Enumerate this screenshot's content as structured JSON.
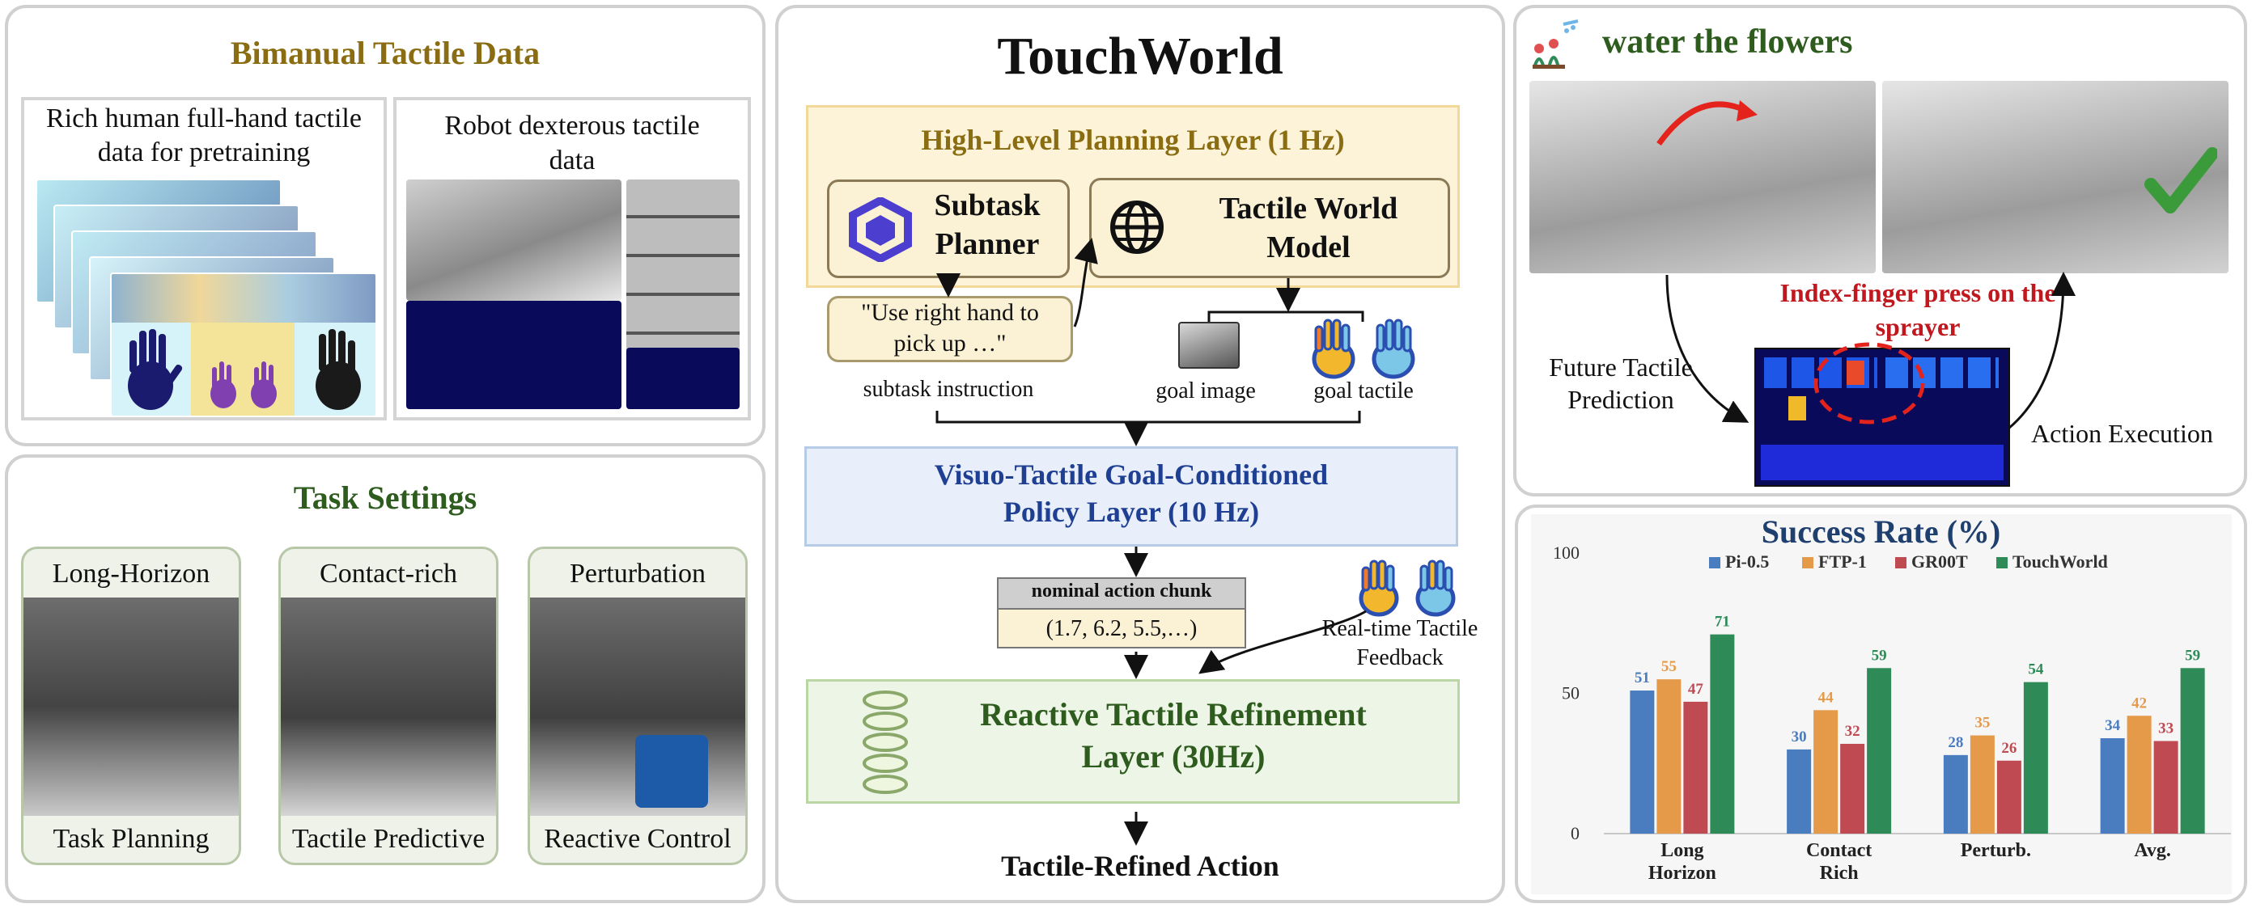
{
  "panels": {
    "bimanual": {
      "title": "Bimanual Tactile Data",
      "human_caption_1": "Rich human full-hand tactile",
      "human_caption_2": "data for pretraining",
      "robot_caption_1": "Robot dexterous tactile",
      "robot_caption_2": "data"
    },
    "tasks": {
      "title": "Task Settings",
      "cards": [
        {
          "top": "Long-Horizon",
          "bottom": "Task Planning"
        },
        {
          "top": "Contact-rich",
          "bottom": "Tactile Predictive"
        },
        {
          "top": "Perturbation",
          "bottom": "Reactive Control"
        }
      ]
    },
    "touchworld": {
      "title": "TouchWorld",
      "high_level": "High-Level Planning Layer (1 Hz)",
      "subtask_planner_1": "Subtask",
      "subtask_planner_2": "Planner",
      "world_model_1": "Tactile World",
      "world_model_2": "Model",
      "instruction_1": "\"Use right hand to",
      "instruction_2": "pick up …\"",
      "subtask_instruction": "subtask instruction",
      "goal_image": "goal image",
      "goal_tactile": "goal tactile",
      "policy_1": "Visuo-Tactile Goal-Conditioned",
      "policy_2": "Policy Layer (10 Hz)",
      "chunk_header": "nominal action chunk",
      "chunk_values": "(1.7, 6.2, 5.5,…)",
      "feedback_1": "Real-time Tactile",
      "feedback_2": "Feedback",
      "reactive_1": "Reactive Tactile Refinement",
      "reactive_2": "Layer (30Hz)",
      "output": "Tactile-Refined Action"
    },
    "flowers": {
      "title": "water the flowers",
      "annotation_1": "Index-finger press on the",
      "annotation_2": "sprayer",
      "future_1": "Future Tactile",
      "future_2": "Prediction",
      "action_exec": "Action Execution"
    }
  },
  "chart_data": {
    "type": "bar",
    "title": "Success Rate (%)",
    "categories": [
      "Long Horizon",
      "Contact Rich",
      "Perturb.",
      "Avg."
    ],
    "category_lines": [
      [
        "Long",
        "Horizon"
      ],
      [
        "Contact",
        "Rich"
      ],
      [
        "Perturb."
      ],
      [
        "Avg."
      ]
    ],
    "series": [
      {
        "name": "Pi-0.5",
        "values": [
          51,
          30,
          28,
          34
        ],
        "color": "#4a7cc0"
      },
      {
        "name": "FTP-1",
        "values": [
          55,
          44,
          35,
          42
        ],
        "color": "#e59a4a"
      },
      {
        "name": "GR00T",
        "values": [
          47,
          32,
          26,
          33
        ],
        "color": "#bf4a52"
      },
      {
        "name": "TouchWorld",
        "values": [
          71,
          59,
          54,
          59
        ],
        "color": "#2e8b57"
      }
    ],
    "yticks": [
      0,
      50,
      100
    ],
    "ylim": [
      0,
      100
    ],
    "legend": "top",
    "grid": false
  },
  "colors": {
    "title_gold": "#8a6d12",
    "title_green": "#2e5b1e",
    "title_blue": "#1f3f93",
    "title_red": "#c0181e"
  }
}
